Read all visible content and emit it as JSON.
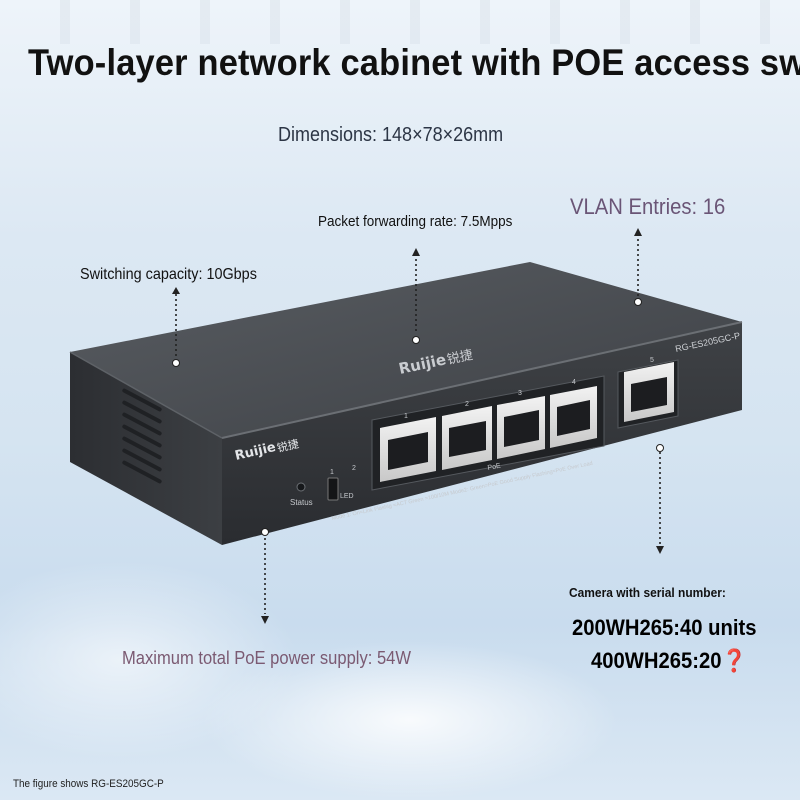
{
  "title": "Two-layer network cabinet with POE access switch",
  "dimensions": "Dimensions: 148×78×26mm",
  "packet_forwarding": "Packet forwarding rate: 7.5Mpps",
  "vlan": "VLAN Entries: 16",
  "switching_capacity": "Switching capacity: 10Gbps",
  "poe_power": "Maximum total PoE power supply: 54W",
  "camera": {
    "heading": "Camera with serial number:",
    "line1": "200WH265:40 units",
    "line2": "400WH265:20❓"
  },
  "caption": "The figure shows RG-ES205GC-P",
  "device": {
    "brand": "Ruijie",
    "brand_cn": "锐捷",
    "model": "RG-ES205GC-P",
    "status_label": "Status",
    "led_label": "LED",
    "switch_pos_1": "1",
    "switch_pos_2": "2",
    "ports": [
      "1",
      "2",
      "3",
      "4",
      "5"
    ],
    "poe_label": "PoE",
    "mode_text": "Mode 1: On=Link  Flashig =ACT   Green =100/10M     Mode2: Green=PoE Good Supply  Flashing=PoE Over Load"
  },
  "colors": {
    "body_dark": "#3a3d41",
    "body_top": "#4c5055",
    "title": "#111111",
    "vlan": "#6a5576",
    "poe": "#7b5a72"
  }
}
